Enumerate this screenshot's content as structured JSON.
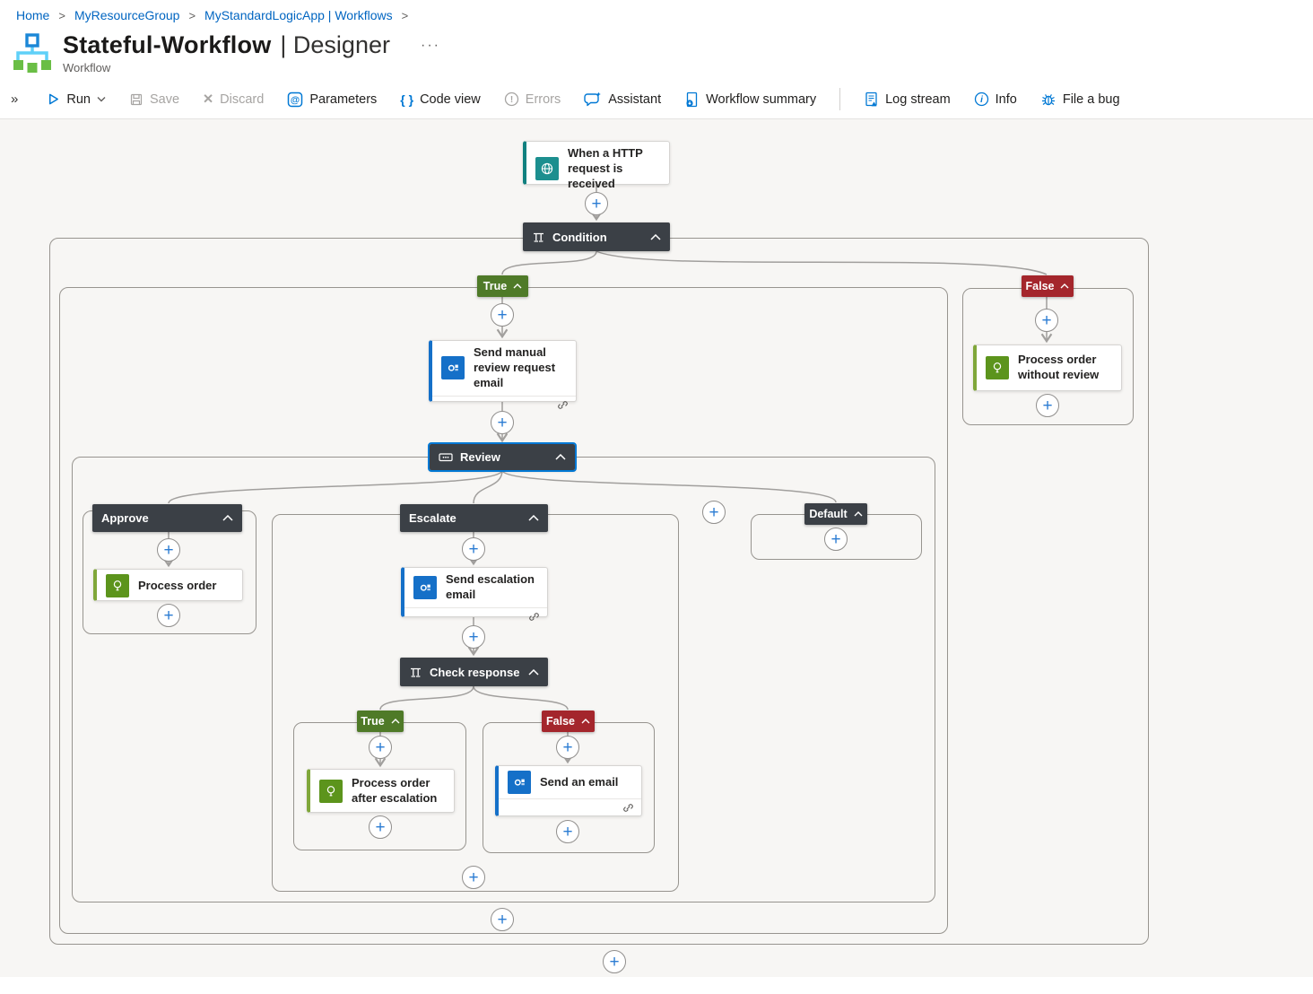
{
  "breadcrumb": {
    "home": "Home",
    "resource_group": "MyResourceGroup",
    "logic_app": "MyStandardLogicApp | Workflows",
    "separator": ">"
  },
  "header": {
    "title": "Stateful-Workflow",
    "view": "| Designer",
    "more": "···",
    "subtitle": "Workflow"
  },
  "toolbar": {
    "collapse": "»",
    "run": {
      "label": "Run"
    },
    "save": {
      "label": "Save"
    },
    "discard": {
      "label": "Discard",
      "glyph": "✕"
    },
    "parameters": {
      "label": "Parameters",
      "glyph": "@"
    },
    "code_view": {
      "label": "Code view",
      "glyph": "{ }"
    },
    "errors": {
      "label": "Errors",
      "glyph": "!"
    },
    "assistant": {
      "label": "Assistant"
    },
    "workflow_summary": {
      "label": "Workflow summary"
    },
    "log_stream": {
      "label": "Log stream"
    },
    "info": {
      "label": "Info",
      "glyph": "i"
    },
    "file_a_bug": {
      "label": "File a bug"
    }
  },
  "workflow": {
    "trigger": {
      "label": "When a HTTP request is received"
    },
    "condition": {
      "label": "Condition"
    },
    "branch_true": {
      "label": "True"
    },
    "branch_false": {
      "label": "False"
    },
    "send_manual_review_email": {
      "label": "Send manual review request email"
    },
    "review_switch": {
      "label": "Review"
    },
    "case_approve": {
      "label": "Approve"
    },
    "process_order": {
      "label": "Process order"
    },
    "case_escalate": {
      "label": "Escalate"
    },
    "send_escalation_email": {
      "label": "Send escalation email"
    },
    "check_response": {
      "label": "Check response"
    },
    "check_true": {
      "label": "True"
    },
    "check_false": {
      "label": "False"
    },
    "process_order_after_escalation": {
      "label": "Process order after escalation"
    },
    "send_an_email": {
      "label": "Send an email"
    },
    "case_default": {
      "label": "Default"
    },
    "process_order_without_review": {
      "label": "Process order without review"
    }
  },
  "icons": {
    "plus": "+"
  },
  "colors": {
    "accent_blue": "#0078d4",
    "breadcrumb_link": "#0065c1",
    "true_green": "#4f7a28",
    "false_red": "#a4262c",
    "scope_header_dark": "#3b4046",
    "trigger_teal_accent": "#11807f",
    "compose_green_icon": "#5c941c",
    "compose_green_accent": "#80a73a",
    "outlook_blue": "#1570c8",
    "edge_gray": "#a19f9d",
    "canvas_background": "#f7f6f4"
  }
}
